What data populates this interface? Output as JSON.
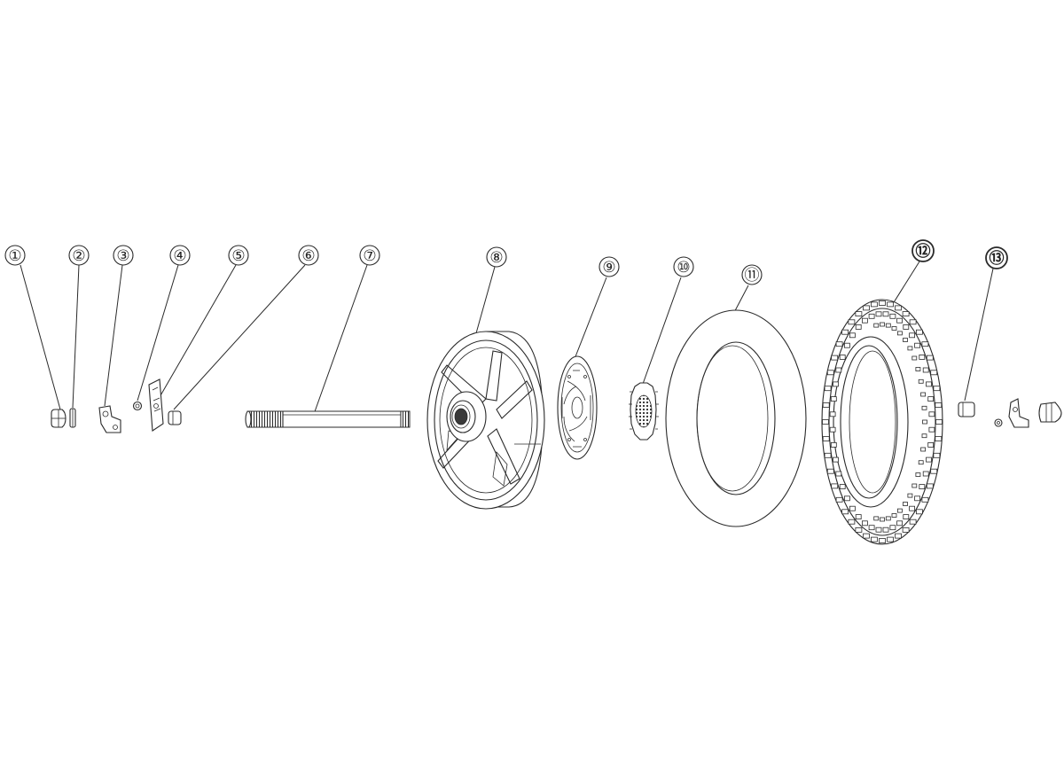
{
  "callouts": [
    {
      "label": "①"
    },
    {
      "label": "②"
    },
    {
      "label": "③"
    },
    {
      "label": "④"
    },
    {
      "label": "⑤"
    },
    {
      "label": "⑥"
    },
    {
      "label": "⑦"
    },
    {
      "label": "⑧"
    },
    {
      "label": "⑨"
    },
    {
      "label": "⑩"
    },
    {
      "label": "⑪"
    },
    {
      "label": "⑫"
    },
    {
      "label": "⑬"
    }
  ],
  "colors": {
    "line": "#2a2a2a",
    "background": "#ffffff"
  }
}
